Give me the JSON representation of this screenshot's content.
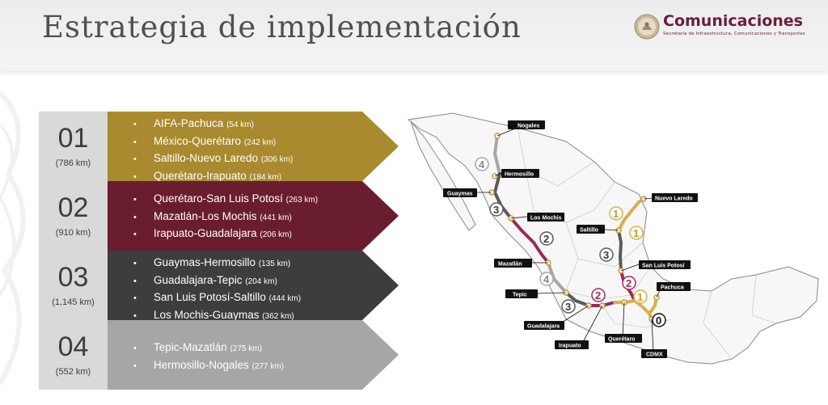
{
  "header": {
    "title": "Estrategia de implementación",
    "brand": "Comunicaciones",
    "brand_subtitle": "Secretaría de Infraestructura, Comunicaciones y Transportes"
  },
  "phases": [
    {
      "number": "01",
      "total": "(786 km)",
      "color": "#a98a2f",
      "routes": [
        {
          "name": "AIFA-Pachuca",
          "km": "(54 km)"
        },
        {
          "name": "México-Querétaro",
          "km": "(242 km)"
        },
        {
          "name": "Saltillo-Nuevo Laredo",
          "km": "(306 km)"
        },
        {
          "name": "Querétaro-Irapuato",
          "km": "(184 km)"
        }
      ]
    },
    {
      "number": "02",
      "total": "(910 km)",
      "color": "#6b1d30",
      "routes": [
        {
          "name": "Querétaro-San Luis Potosí",
          "km": "(263 km)"
        },
        {
          "name": "Mazatlán-Los Mochis",
          "km": "(441 km)"
        },
        {
          "name": "Irapuato-Guadalajara",
          "km": "(206 km)"
        }
      ]
    },
    {
      "number": "03",
      "total": "(1,145 km)",
      "color": "#3d3d3d",
      "routes": [
        {
          "name": "Guaymas-Hermosillo",
          "km": "(135 km)"
        },
        {
          "name": "Guadalajara-Tepic",
          "km": "(204 km)"
        },
        {
          "name": "San Luis Potosí-Saltillo",
          "km": "(444 km)"
        },
        {
          "name": "Los Mochis-Guaymas",
          "km": "(362 km)"
        }
      ]
    },
    {
      "number": "04",
      "total": "(552 km)",
      "color": "#a6a6a6",
      "routes": [
        {
          "name": "Tepic-Mazatlán",
          "km": "(275 km)"
        },
        {
          "name": "Hermosillo-Nogales",
          "km": "(277 km)"
        }
      ]
    }
  ],
  "map": {
    "cities": [
      "Nogales",
      "Hermosillo",
      "Guaymas",
      "Los Mochis",
      "Mazatlán",
      "Tepic",
      "Guadalajara",
      "Irapuato",
      "Querétaro",
      "CDMX",
      "Pachuca",
      "San Luis Potosí",
      "Saltillo",
      "Nuevo Laredo"
    ],
    "phase_markers": [
      "4",
      "3",
      "2",
      "4",
      "3",
      "2",
      "0",
      "1",
      "2",
      "3",
      "1",
      "1"
    ]
  }
}
